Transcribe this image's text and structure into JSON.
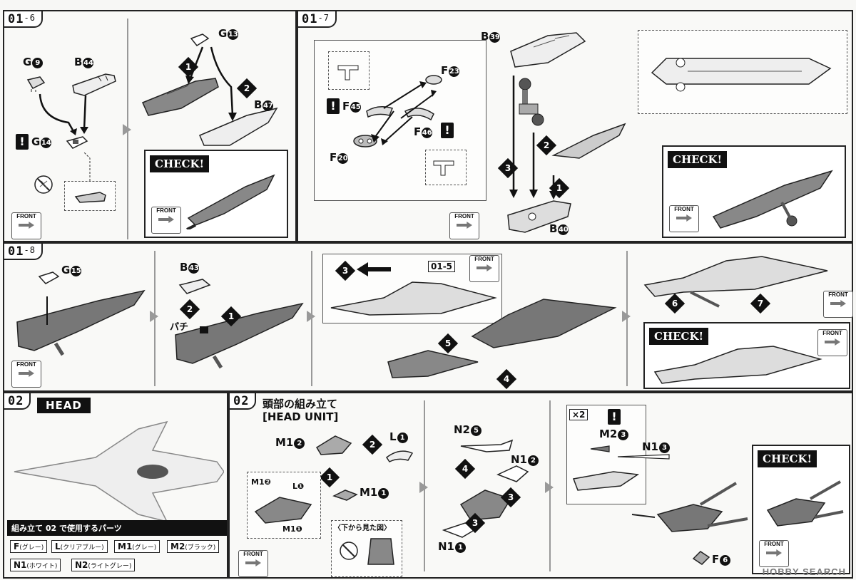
{
  "steps": {
    "s016": {
      "num": "01",
      "sub": "-6"
    },
    "s017": {
      "num": "01",
      "sub": "-7"
    },
    "s018": {
      "num": "01",
      "sub": "-8"
    },
    "s02a": {
      "num": "02"
    },
    "s02b": {
      "num": "02"
    }
  },
  "labels": {
    "g9": "G",
    "g9n": "9",
    "b44": "B",
    "b44n": "44",
    "g14": "G",
    "g14n": "14",
    "g13": "G",
    "g13n": "13",
    "b47": "B",
    "b47n": "47",
    "b39": "B",
    "b39n": "39",
    "f23": "F",
    "f23n": "23",
    "f45": "F",
    "f45n": "45",
    "f46": "F",
    "f46n": "46",
    "f20": "F",
    "f20n": "20",
    "b40": "B",
    "b40n": "40",
    "g15": "G",
    "g15n": "15",
    "b43": "B",
    "b43n": "43",
    "pachi": "パチ",
    "ref015": "01-5",
    "m12": "M1",
    "m12n": "2",
    "l1": "L",
    "l1n": "1",
    "m11": "M1",
    "m11n": "1",
    "n25": "N2",
    "n25n": "5",
    "n12": "N1",
    "n12n": "2",
    "n11": "N1",
    "n11n": "1",
    "m23": "M2",
    "m23n": "3",
    "n13": "N1",
    "n13n": "3",
    "f6": "F",
    "f6n": "6",
    "x2": "×2",
    "bottom_view": "〈下から見た図〉",
    "inset_m12": "M1❷",
    "inset_l1": "L❶",
    "inset_m11": "M1❶"
  },
  "check_text": "CHECK!",
  "front_text": "FRONT",
  "head_title": "HEAD",
  "head_unit_jp": "頭部の組み立て",
  "head_unit_en": "[HEAD UNIT]",
  "parts_used_title": "組み立て 02 で使用するパーツ",
  "parts": [
    {
      "code": "F",
      "desc": "(グレー)"
    },
    {
      "code": "L",
      "desc": "(クリアブルー)"
    },
    {
      "code": "M1",
      "desc": "(グレー)"
    },
    {
      "code": "M2",
      "desc": "(ブラック)"
    },
    {
      "code": "N1",
      "desc": "(ホワイト)"
    },
    {
      "code": "N2",
      "desc": "(ライトグレー)"
    }
  ],
  "step_numbers": [
    "1",
    "2",
    "3",
    "4",
    "5",
    "6",
    "7"
  ],
  "watermark": "HOBBY SEARCH"
}
